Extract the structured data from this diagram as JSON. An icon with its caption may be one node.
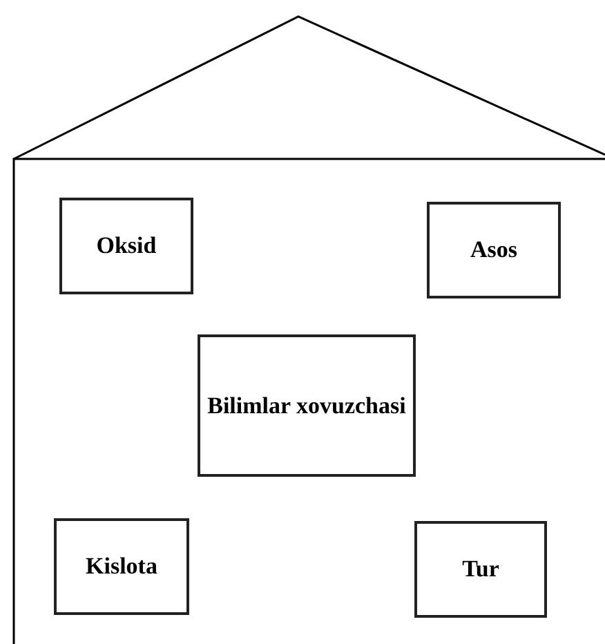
{
  "diagram": {
    "nodes": [
      {
        "text": [
          "Oksid"
        ]
      },
      {
        "text": [
          "Asos"
        ]
      },
      {
        "text": [
          "Bilimlar xovuzchasi"
        ]
      },
      {
        "text": [
          "Kislota"
        ]
      },
      {
        "text": [
          "Tur"
        ]
      }
    ]
  }
}
